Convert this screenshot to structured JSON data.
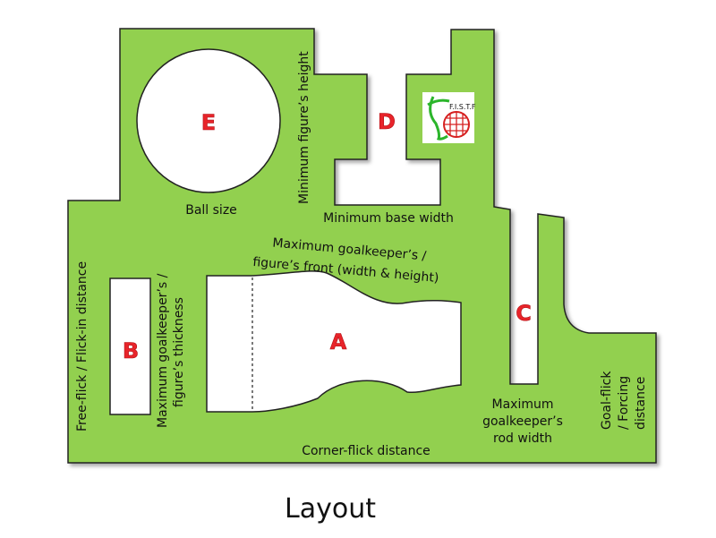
{
  "colors": {
    "field": "#92d050",
    "outline": "#222222",
    "letters": "#e8242a"
  },
  "zones": {
    "a": "A",
    "b": "B",
    "c": "C",
    "d": "D",
    "e": "E"
  },
  "labels": {
    "ball_size": "Ball size",
    "min_figure_height": "Minimum figure’s height",
    "min_base_width": "Minimum base width",
    "max_front_1": "Maximum goalkeeper’s /",
    "max_front_2": "figure’s front (width & height)",
    "free_flick": "Free-flick / Flick-in distance",
    "max_thickness_1": "Maximum goalkeeper’s /",
    "max_thickness_2": "figure’s thickness",
    "corner_flick": "Corner-flick distance",
    "rod_width_1": "Maximum",
    "rod_width_2": "goalkeeper’s",
    "rod_width_3": "rod width",
    "goal_flick_1": "Goal-flick",
    "goal_flick_2": "/ Forcing",
    "goal_flick_3": "distance"
  },
  "logo": {
    "text": "F.I.S.T.F"
  },
  "caption": "Layout"
}
